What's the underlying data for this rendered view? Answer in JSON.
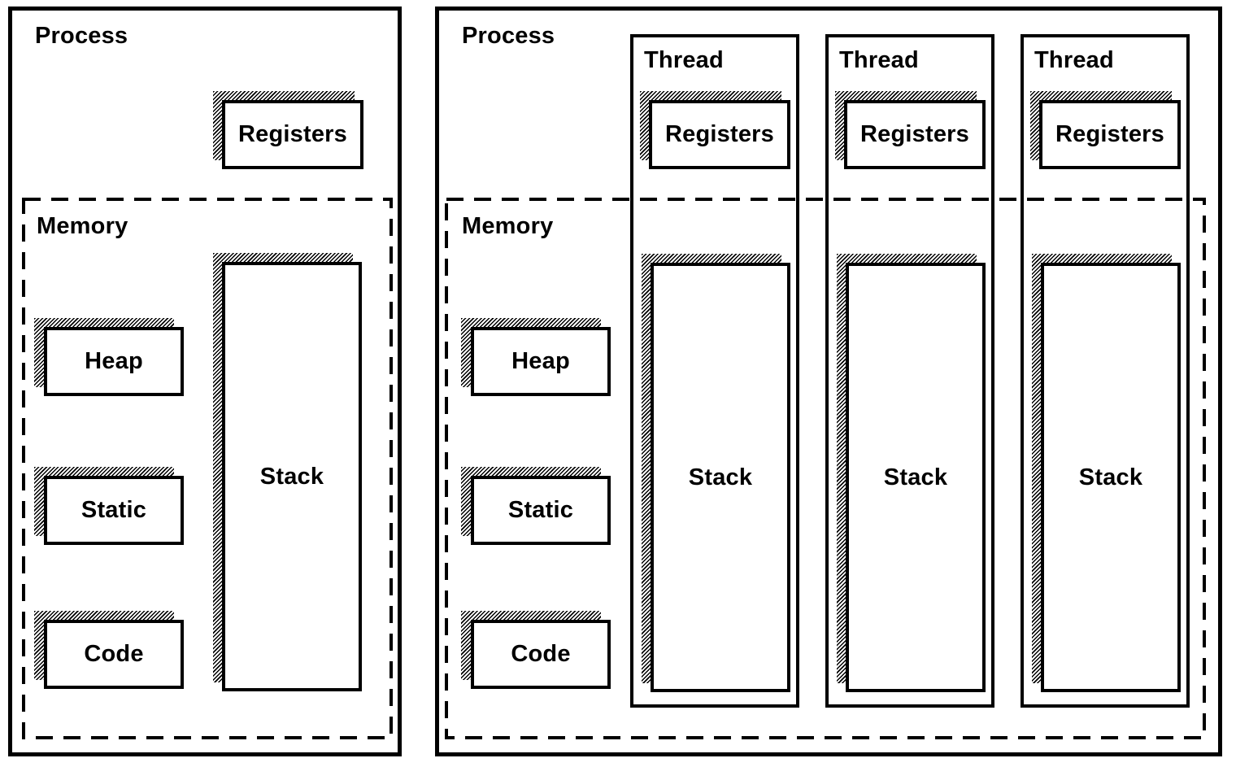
{
  "colors": {
    "ink": "#000000",
    "paper": "#ffffff"
  },
  "left_panel": {
    "title": "Process",
    "registers_label": "Registers",
    "memory": {
      "title": "Memory",
      "heap_label": "Heap",
      "static_label": "Static",
      "code_label": "Code",
      "stack_label": "Stack"
    }
  },
  "right_panel": {
    "title": "Process",
    "memory": {
      "title": "Memory",
      "heap_label": "Heap",
      "static_label": "Static",
      "code_label": "Code"
    },
    "threads": [
      {
        "title": "Thread",
        "registers_label": "Registers",
        "stack_label": "Stack"
      },
      {
        "title": "Thread",
        "registers_label": "Registers",
        "stack_label": "Stack"
      },
      {
        "title": "Thread",
        "registers_label": "Registers",
        "stack_label": "Stack"
      }
    ]
  }
}
